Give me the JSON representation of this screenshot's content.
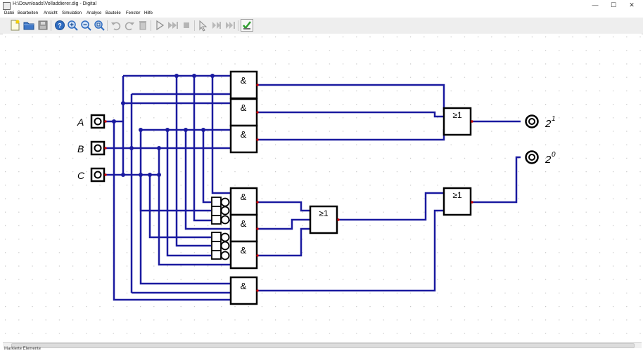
{
  "window": {
    "title": "H:\\Downloads\\Volladdierer.dig - Digital",
    "minimize_glyph": "—",
    "maximize_glyph": "☐",
    "close_glyph": "✕"
  },
  "menu": [
    "Datei",
    "Bearbeiten",
    "Ansicht",
    "Simulation",
    "Analyse",
    "Bauteile",
    "Fenster",
    "Hilfe"
  ],
  "toolbar": {
    "icons": [
      "new-file-icon",
      "open-folder-icon",
      "save-icon",
      "help-icon",
      "zoom-in-icon",
      "zoom-out-icon",
      "zoom-fit-icon",
      "undo-icon",
      "redo-icon",
      "delete-icon",
      "play-icon",
      "fast-forward-icon",
      "stop-icon",
      "step-icon",
      "step-forward-icon",
      "step-back-icon",
      "check-icon"
    ]
  },
  "circuit": {
    "inputs": [
      "A",
      "B",
      "C"
    ],
    "gates": {
      "and": "&",
      "or": "≥1"
    },
    "outputs": {
      "carry_base": "2",
      "carry_exp": "1",
      "sum_base": "2",
      "sum_exp": "0"
    }
  },
  "colors": {
    "wire": "#1a1aa0",
    "pin": "#cc0000",
    "grid_dot": "#c4c4c4",
    "gate_outline": "#000000",
    "accent_check": "#2e9e2e"
  },
  "status": {
    "text": "Markierte Elemente"
  }
}
